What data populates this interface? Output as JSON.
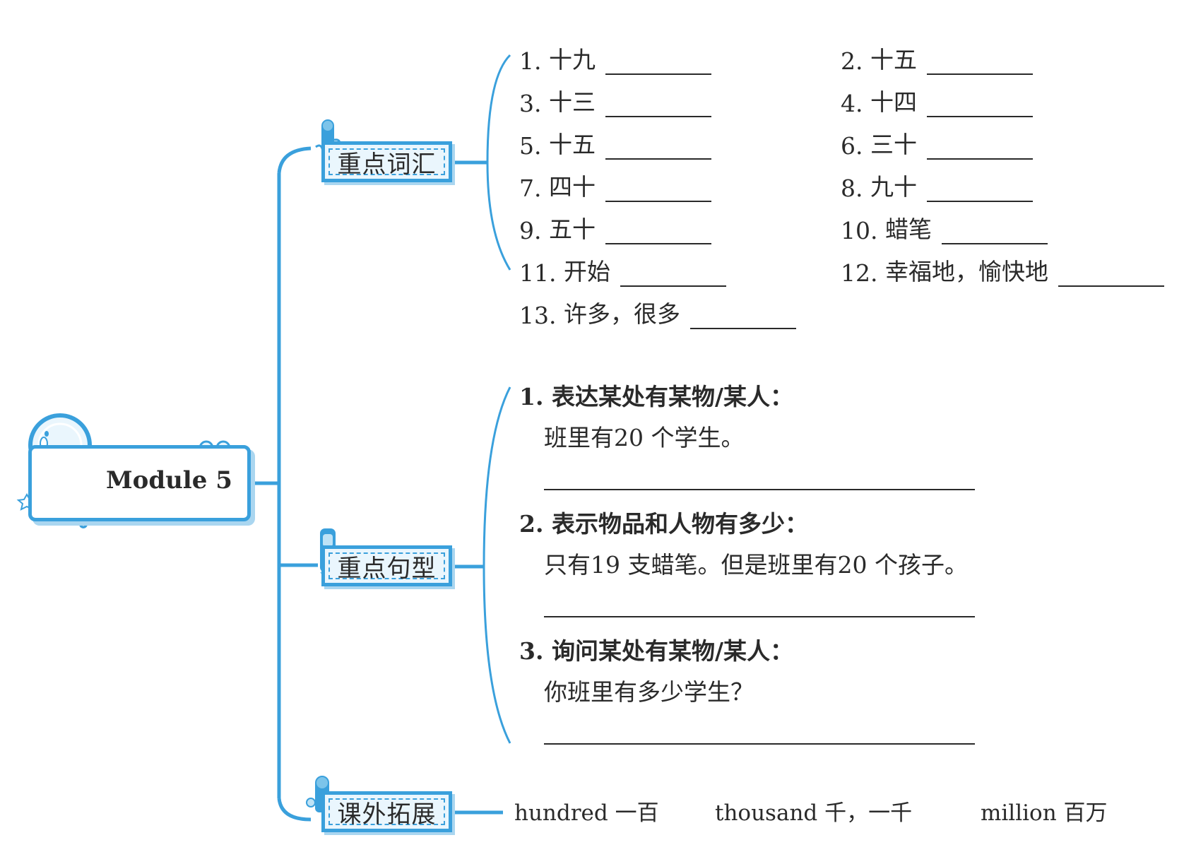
{
  "root": {
    "title": "Module 5"
  },
  "colors": {
    "accent": "#3aa0dc",
    "accent_light": "#aad6f0",
    "fill": "#eaf6fd"
  },
  "branches": {
    "vocab": {
      "label": "重点词汇"
    },
    "sentences": {
      "label": "重点句型"
    },
    "extension": {
      "label": "课外拓展"
    }
  },
  "vocab_items": [
    {
      "num": "1.",
      "word": "十九"
    },
    {
      "num": "2.",
      "word": "十五"
    },
    {
      "num": "3.",
      "word": "十三"
    },
    {
      "num": "4.",
      "word": "十四"
    },
    {
      "num": "5.",
      "word": "十五"
    },
    {
      "num": "6.",
      "word": "三十"
    },
    {
      "num": "7.",
      "word": "四十"
    },
    {
      "num": "8.",
      "word": "九十"
    },
    {
      "num": "9.",
      "word": "五十"
    },
    {
      "num": "10.",
      "word": "蜡笔"
    },
    {
      "num": "11.",
      "word": "开始"
    },
    {
      "num": "12.",
      "word": "幸福地，愉快地"
    },
    {
      "num": "13.",
      "word": "许多，很多"
    }
  ],
  "sentence_items": [
    {
      "title": "1. 表达某处有某物/某人：",
      "example": "班里有20 个学生。"
    },
    {
      "title": "2. 表示物品和人物有多少：",
      "example": "只有19 支蜡笔。但是班里有20 个孩子。"
    },
    {
      "title": "3. 询问某处有某物/某人：",
      "example": "你班里有多少学生？"
    }
  ],
  "extension_items": [
    {
      "text": "hundred 一百"
    },
    {
      "text": "thousand 千，一千"
    },
    {
      "text": "million 百万"
    }
  ],
  "icons": [
    "magnifier-icon",
    "pencil-mascot-icon",
    "star-icon"
  ]
}
